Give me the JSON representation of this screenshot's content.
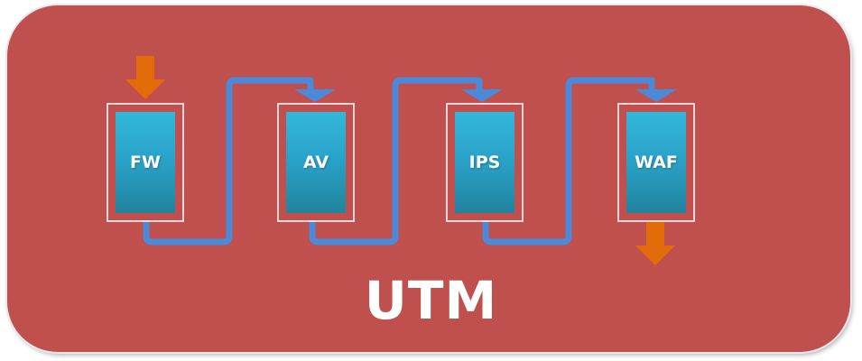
{
  "diagram": {
    "title": "UTM",
    "modules": [
      {
        "label": "FW"
      },
      {
        "label": "AV"
      },
      {
        "label": "IPS"
      },
      {
        "label": "WAF"
      }
    ],
    "colors": {
      "panel": "#c0504d",
      "module_fill": "#2aa3c9",
      "connector": "#4a8ad8",
      "io_arrow": "#e36c0a",
      "frame": "#f6d6d6"
    }
  }
}
